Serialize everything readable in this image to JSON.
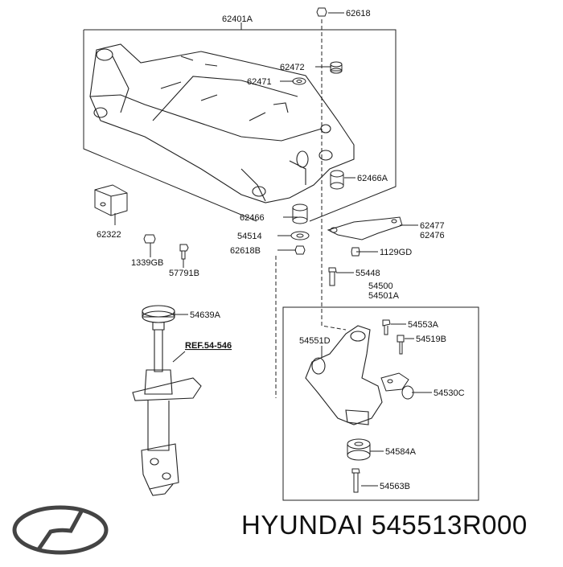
{
  "parts": {
    "p62401A": "62401A",
    "p62618_top": "62618",
    "p62472": "62472",
    "p62471": "62471",
    "p62466A": "62466A",
    "p62322": "62322",
    "p62466": "62466",
    "p54514": "54514",
    "p62618B": "62618B",
    "p1339GB": "1339GB",
    "p57791B": "57791B",
    "p62477": "62477",
    "p62476": "62476",
    "p1129GD": "1129GD",
    "p55448": "55448",
    "p54500": "54500",
    "p54501A": "54501A",
    "p54639A": "54639A",
    "ref_54_546": "REF.54-546",
    "p54553A": "54553A",
    "p54551D": "54551D",
    "p54519B": "54519B",
    "p54530C": "54530C",
    "p54584A": "54584A",
    "p54563B": "54563B"
  },
  "footer": {
    "brand": "HYUNDAI",
    "part_number": "545513R000"
  },
  "logo": {
    "icon": "hyundai-logo-icon",
    "color": "#444444"
  }
}
